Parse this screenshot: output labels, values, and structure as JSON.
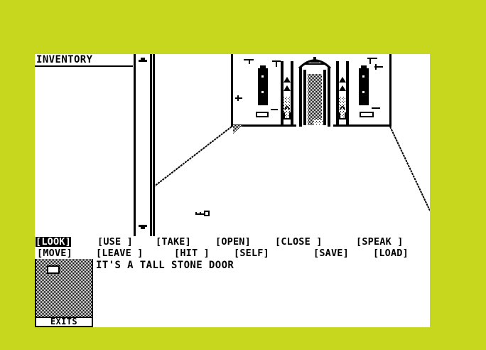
{
  "inventory": {
    "title": "INVENTORY",
    "items": []
  },
  "scene": {
    "object_icon": "key-icon"
  },
  "commands": {
    "row1": [
      "[LOOK]",
      "[USE ]",
      "[TAKE]",
      "[OPEN]",
      "[CLOSE ]",
      "[SPEAK ]"
    ],
    "row2": [
      "[MOVE]",
      "[LEAVE ]",
      "[HIT ]",
      "[SELF]",
      "[SAVE]",
      "[LOAD]"
    ],
    "selected": "[LOOK]"
  },
  "message": "IT'S A TALL STONE DOOR",
  "exits": {
    "label": "EXITS"
  },
  "colors": {
    "border": "#c6d71e",
    "screen": "#ffffff",
    "ink": "#000000"
  }
}
